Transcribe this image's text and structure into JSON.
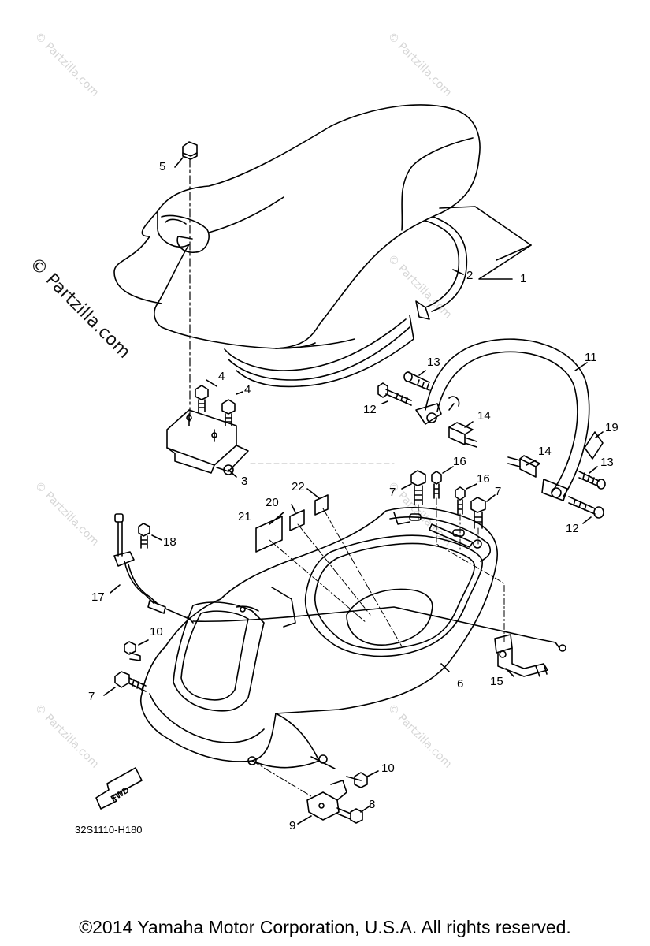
{
  "watermark_small": "© Partzilla.com",
  "watermark_main": "© Partzilla.com",
  "diagram_code": "32S1110-H180",
  "fwd_label": "FWD",
  "copyright": "©2014  Yamaha Motor Corporation, U.S.A. All rights reserved.",
  "callouts": {
    "c1": "1",
    "c2": "2",
    "c3": "3",
    "c4a": "4",
    "c4b": "4",
    "c5": "5",
    "c6": "6",
    "c7a": "7",
    "c7b": "7",
    "c7c": "7",
    "c8": "8",
    "c9": "9",
    "c10a": "10",
    "c10b": "10",
    "c11": "11",
    "c12a": "12",
    "c12b": "12",
    "c13a": "13",
    "c13b": "13",
    "c14a": "14",
    "c14b": "14",
    "c15": "15",
    "c16a": "16",
    "c16b": "16",
    "c17": "17",
    "c18": "18",
    "c19": "19",
    "c20": "20",
    "c21": "21",
    "c22": "22"
  }
}
